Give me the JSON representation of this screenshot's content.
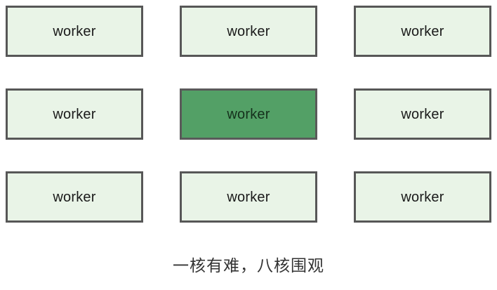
{
  "diagram": {
    "type": "worker-grid",
    "background_color": "#ffffff",
    "rows": [
      {
        "row_index": 1,
        "boxes": [
          {
            "label": "worker",
            "state": "idle",
            "fill": "#e9f4e7",
            "border": "#575757",
            "text_color": "#1a1a1a"
          },
          {
            "label": "worker",
            "state": "idle",
            "fill": "#e9f4e7",
            "border": "#575757",
            "text_color": "#1a1a1a"
          },
          {
            "label": "worker",
            "state": "idle",
            "fill": "#e9f4e7",
            "border": "#575757",
            "text_color": "#1a1a1a"
          }
        ]
      },
      {
        "row_index": 2,
        "boxes": [
          {
            "label": "worker",
            "state": "idle",
            "fill": "#e9f4e7",
            "border": "#575757",
            "text_color": "#1a1a1a"
          },
          {
            "label": "worker",
            "state": "busy",
            "fill": "#53a066",
            "border": "#5a5a5a",
            "text_color": "#15301c"
          },
          {
            "label": "worker",
            "state": "idle",
            "fill": "#e9f4e7",
            "border": "#575757",
            "text_color": "#1a1a1a"
          }
        ]
      },
      {
        "row_index": 3,
        "boxes": [
          {
            "label": "worker",
            "state": "idle",
            "fill": "#e9f4e7",
            "border": "#575757",
            "text_color": "#1a1a1a"
          },
          {
            "label": "worker",
            "state": "idle",
            "fill": "#e9f4e7",
            "border": "#575757",
            "text_color": "#1a1a1a"
          },
          {
            "label": "worker",
            "state": "idle",
            "fill": "#e9f4e7",
            "border": "#575757",
            "text_color": "#1a1a1a"
          }
        ]
      }
    ],
    "caption": "一核有难，八核围观"
  }
}
